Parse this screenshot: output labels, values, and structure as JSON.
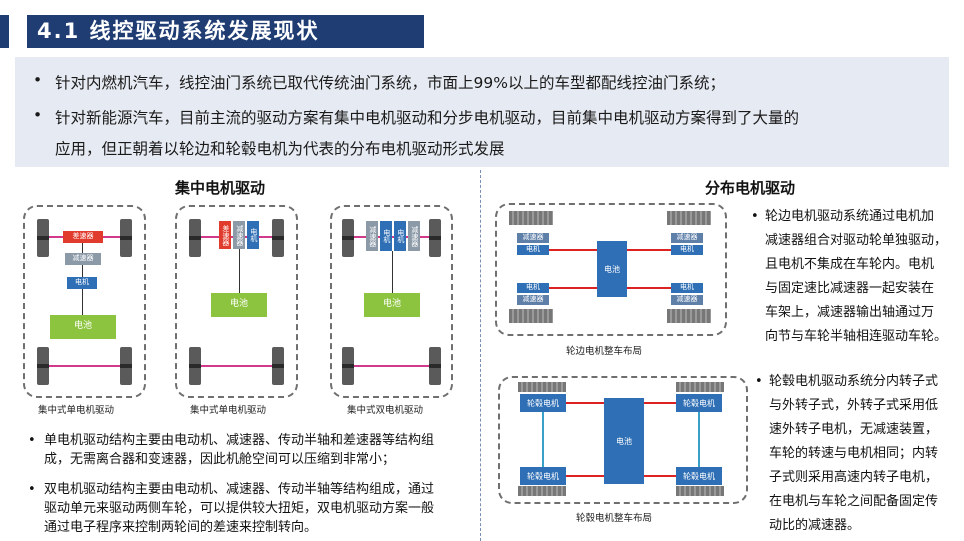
{
  "header": {
    "title": "4.1 线控驱动系统发展现状"
  },
  "bullets": [
    "针对内燃机汽车，线控油门系统已取代传统油门系统，市面上99%以上的车型都配线控油门系统；",
    "针对新能源汽车，目前主流的驱动方案有集中电机驱动和分步电机驱动，目前集中电机驱动方案得到了大量的",
    "应用，但正朝着以轮边和轮毂电机为代表的分布电机驱动形式发展"
  ],
  "bullet_marker": "•",
  "left": {
    "heading": "集中电机驱动",
    "diagrams": [
      {
        "caption": "集中式单电机驱动",
        "labels": [
          "差速器",
          "减速器",
          "电机",
          "电池"
        ]
      },
      {
        "caption": "集中式单电机驱动",
        "labels": [
          "差速器",
          "减速器",
          "电机",
          "电池"
        ]
      },
      {
        "caption": "集中式双电机驱动",
        "labels": [
          "减速器",
          "电机",
          "电机",
          "减速器",
          "电池"
        ]
      }
    ],
    "notes": [
      "单电机驱动结构主要由电动机、减速器、传动半轴和差速器等结构组成，无需离合器和变速器，因此机舱空间可以压缩到非常小；",
      "双电机驱动结构主要由电动机、减速器、传动半轴等结构组成，通过驱动单元来驱动两侧车轮，可以提供较大扭矩，双电机驱动方案一般通过电子程序来控制两轮间的差速来控制转向。"
    ]
  },
  "right": {
    "heading": "分布电机驱动",
    "hub_side": {
      "caption": "轮边电机整车布局",
      "labels": {
        "reducer": "减速器",
        "motor": "电机",
        "battery": "电池"
      }
    },
    "in_wheel": {
      "caption": "轮毂电机整车布局",
      "labels": {
        "motor": "轮毂电机",
        "battery": "电池"
      }
    },
    "text1": [
      "轮边电机驱动系统通过电机加",
      "减速器组合对驱动轮单独驱动，",
      "且电机不集成在车轮内。电机",
      "与固定速比减速器一起安装在",
      "车架上，减速器输出轴通过万",
      "向节与车轮半轴相连驱动车轮。"
    ],
    "text2": [
      "轮毂电机驱动系统分内转子式",
      "与外转子式，外转子式采用低",
      "速外转子电机，无减速装置，",
      "车轮的转速与电机相同；内转",
      "子式则采用高速内转子电机，",
      "在电机与车轮之间配备固定传",
      "动比的减速器。"
    ]
  },
  "colors": {
    "header_bg": "#1F3C73",
    "bullet_bg": "#E6EAF2",
    "accent_blue": "#2F6FB5",
    "reducer_red": "#E03B2C",
    "battery_green": "#8DC43F"
  }
}
